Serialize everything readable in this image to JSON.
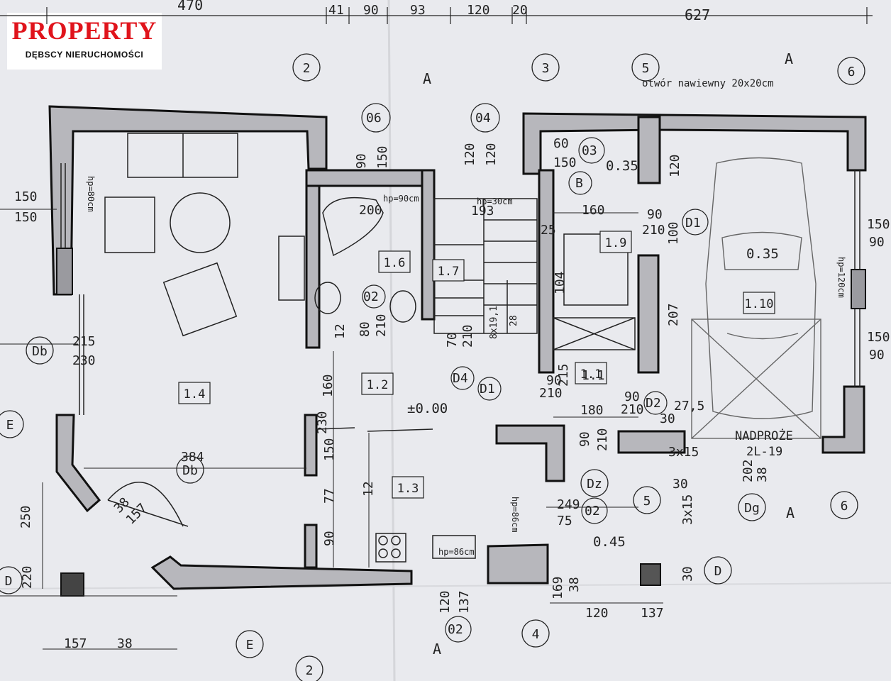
{
  "logo": {
    "title": "PROPERTY",
    "subtitle": "DĘBSCY NIERUCHOMOŚCI"
  },
  "colors": {
    "paper": "#e9eaee",
    "ink": "#222222",
    "wall_fill": "#b7b7bc",
    "brand_red": "#e0141c"
  },
  "grid_axes": [
    "2",
    "3",
    "5",
    "6",
    "2",
    "4",
    "5",
    "6",
    "E",
    "E",
    "D",
    "D",
    "Db",
    "Db",
    "Dg",
    "Dz"
  ],
  "section_marks": [
    "A",
    "A",
    "A",
    "A"
  ],
  "rooms": [
    "1.1",
    "1.2",
    "1.3",
    "1.4",
    "1.6",
    "1.7",
    "1.9",
    "1.10"
  ],
  "openings": [
    "06",
    "04",
    "03",
    "02",
    "02",
    "02",
    "D1",
    "D1",
    "D2",
    "D4",
    "B"
  ],
  "levels": [
    "0.35",
    "0.35",
    "±0.00",
    "0.45"
  ],
  "notes": [
    "otwór nawiewny 20x20cm",
    "NADPROŻE",
    "2L-19",
    "hp=80cm",
    "hp=30cm",
    "hp=90cm",
    "hp=86cm",
    "hp=120cm",
    "hp=86cm",
    "8x19,1",
    "28"
  ],
  "dimensions": {
    "top": [
      "470",
      "41",
      "90",
      "93",
      "120",
      "20",
      "627"
    ],
    "labels": [
      "150",
      "150",
      "90",
      "150",
      "120",
      "120",
      "60",
      "150",
      "200",
      "193",
      "160",
      "25",
      "120",
      "100",
      "90",
      "210",
      "104",
      "207",
      "215",
      "230",
      "215",
      "90",
      "210",
      "80",
      "210",
      "12",
      "160",
      "70",
      "210",
      "1.1",
      "180",
      "90",
      "210",
      "90",
      "210",
      "27,5",
      "30",
      "384",
      "150",
      "230",
      "77",
      "12",
      "90",
      "249",
      "75",
      "120",
      "137",
      "120",
      "137",
      "169",
      "38",
      "3x15",
      "30",
      "3x15",
      "30",
      "202",
      "38",
      "250",
      "220",
      "157",
      "38",
      "38",
      "157",
      "150",
      "90",
      "150",
      "90"
    ]
  }
}
